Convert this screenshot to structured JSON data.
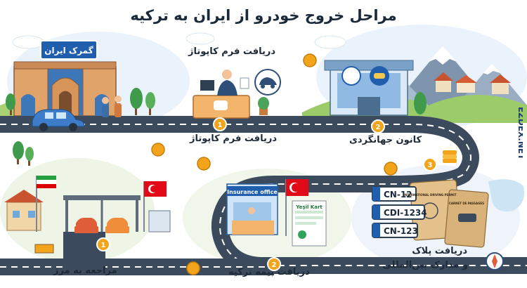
{
  "title": "مراحل خروج خودرو از ایران به ترکیه",
  "watermark": "EZDEX.NET",
  "customs_sign": "گمرک ایران",
  "steps": [
    {
      "number": "1",
      "label": "دریافت فرم کاپوتاژ"
    },
    {
      "number": "2",
      "label": "کانون جهانگردی"
    },
    {
      "number": "3",
      "label": ""
    },
    {
      "number": "1",
      "label": "مراجعه به مرز"
    },
    {
      "number": "2",
      "label": "دریافت بیمه ترکیه"
    }
  ],
  "callout_top": "دریافت فرم کاپوتاژ",
  "plates_label_line1": "دریافت پلاک",
  "plates_label_line2": "و مدارک بین‌المللی",
  "insurance_sign": "Insurance office",
  "insurance_doc": "Yeşil Kart",
  "plates": [
    "CN-12",
    "CDI-1234",
    "CN-123"
  ],
  "permit_doc": "INTERNATIONAL DRIVING PERMIT",
  "carnet_doc": "CARNET DE PASSAGES",
  "colors": {
    "road": "#3b4a5c",
    "accent": "#f2a51a",
    "sky": "#eaf3fb",
    "turkey_red": "#e30a17"
  }
}
